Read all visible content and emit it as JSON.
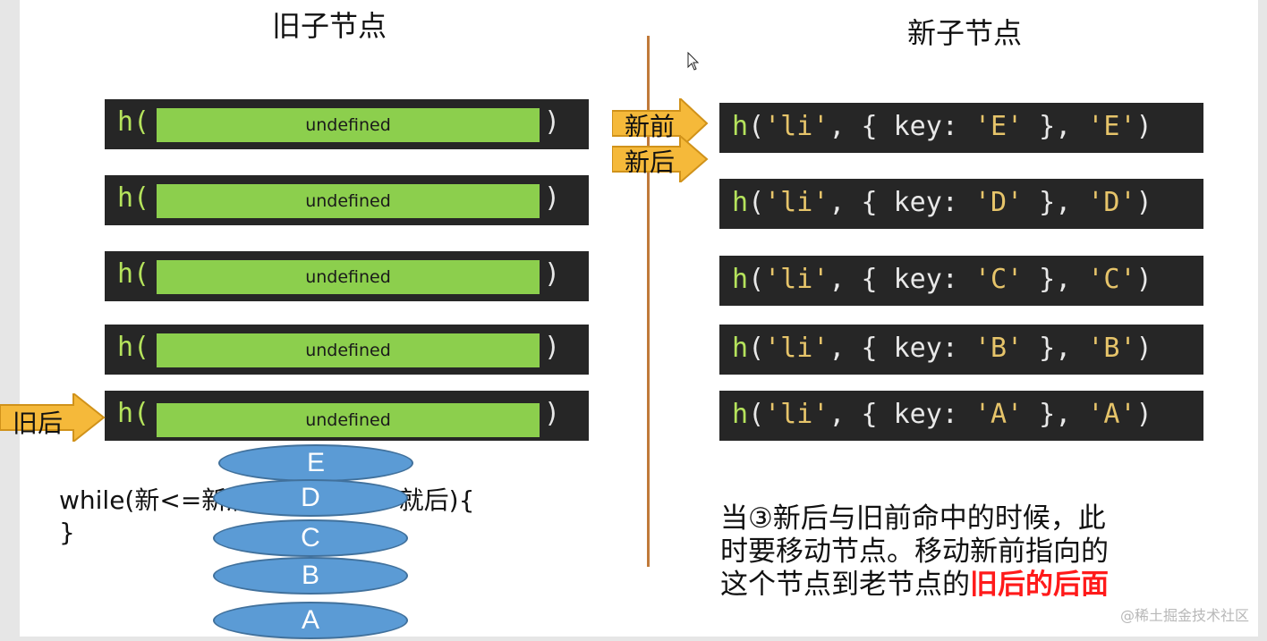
{
  "old_title": "旧子节点",
  "new_title": "新子节点",
  "old_nodes": [
    {
      "prefix": "h(",
      "label": "undefined",
      "suffix": ")"
    },
    {
      "prefix": "h(",
      "label": "undefined",
      "suffix": ")"
    },
    {
      "prefix": "h(",
      "label": "undefined",
      "suffix": ")"
    },
    {
      "prefix": "h(",
      "label": "undefined",
      "suffix": ")"
    },
    {
      "prefix": "h(",
      "label": "undefined",
      "suffix": ")"
    }
  ],
  "new_nodes": [
    {
      "fn": "h",
      "open": "(",
      "tag": "'li'",
      "mid": ", { key: ",
      "key": "'E'",
      "close1": " }, ",
      "text": "'E'",
      "close2": ")"
    },
    {
      "fn": "h",
      "open": "(",
      "tag": "'li'",
      "mid": ", { key: ",
      "key": "'D'",
      "close1": " }, ",
      "text": "'D'",
      "close2": ")"
    },
    {
      "fn": "h",
      "open": "(",
      "tag": "'li'",
      "mid": ", { key: ",
      "key": "'C'",
      "close1": " }, ",
      "text": "'C'",
      "close2": ")"
    },
    {
      "fn": "h",
      "open": "(",
      "tag": "'li'",
      "mid": ", { key: ",
      "key": "'B'",
      "close1": " }, ",
      "text": "'B'",
      "close2": ")"
    },
    {
      "fn": "h",
      "open": "(",
      "tag": "'li'",
      "mid": ", { key: ",
      "key": "'A'",
      "close1": " }, ",
      "text": "'A'",
      "close2": ")"
    }
  ],
  "arrows": {
    "new_front": "新前",
    "new_back": "新后",
    "old_back": "旧后"
  },
  "dom_nodes": [
    "E",
    "D",
    "C",
    "B",
    "A"
  ],
  "while_line1": "while(新<=新后 && 旧前<=就后){",
  "while_line2": "}",
  "description": {
    "line1": "当③新后与旧前命中的时候，此",
    "line2": "时要移动节点。移动新前指向的",
    "line3_prefix": "这个节点到老节点的",
    "line3_highlight": "旧后的后面"
  },
  "watermark": "@稀土掘金技术社区",
  "colors": {
    "code_bg": "#262626",
    "green_block": "#8ccf4d",
    "arrow_fill": "#f5b93a",
    "ellipse_fill": "#5b9bd5",
    "divider": "#c07a3a",
    "highlight": "#ff1a1a"
  }
}
